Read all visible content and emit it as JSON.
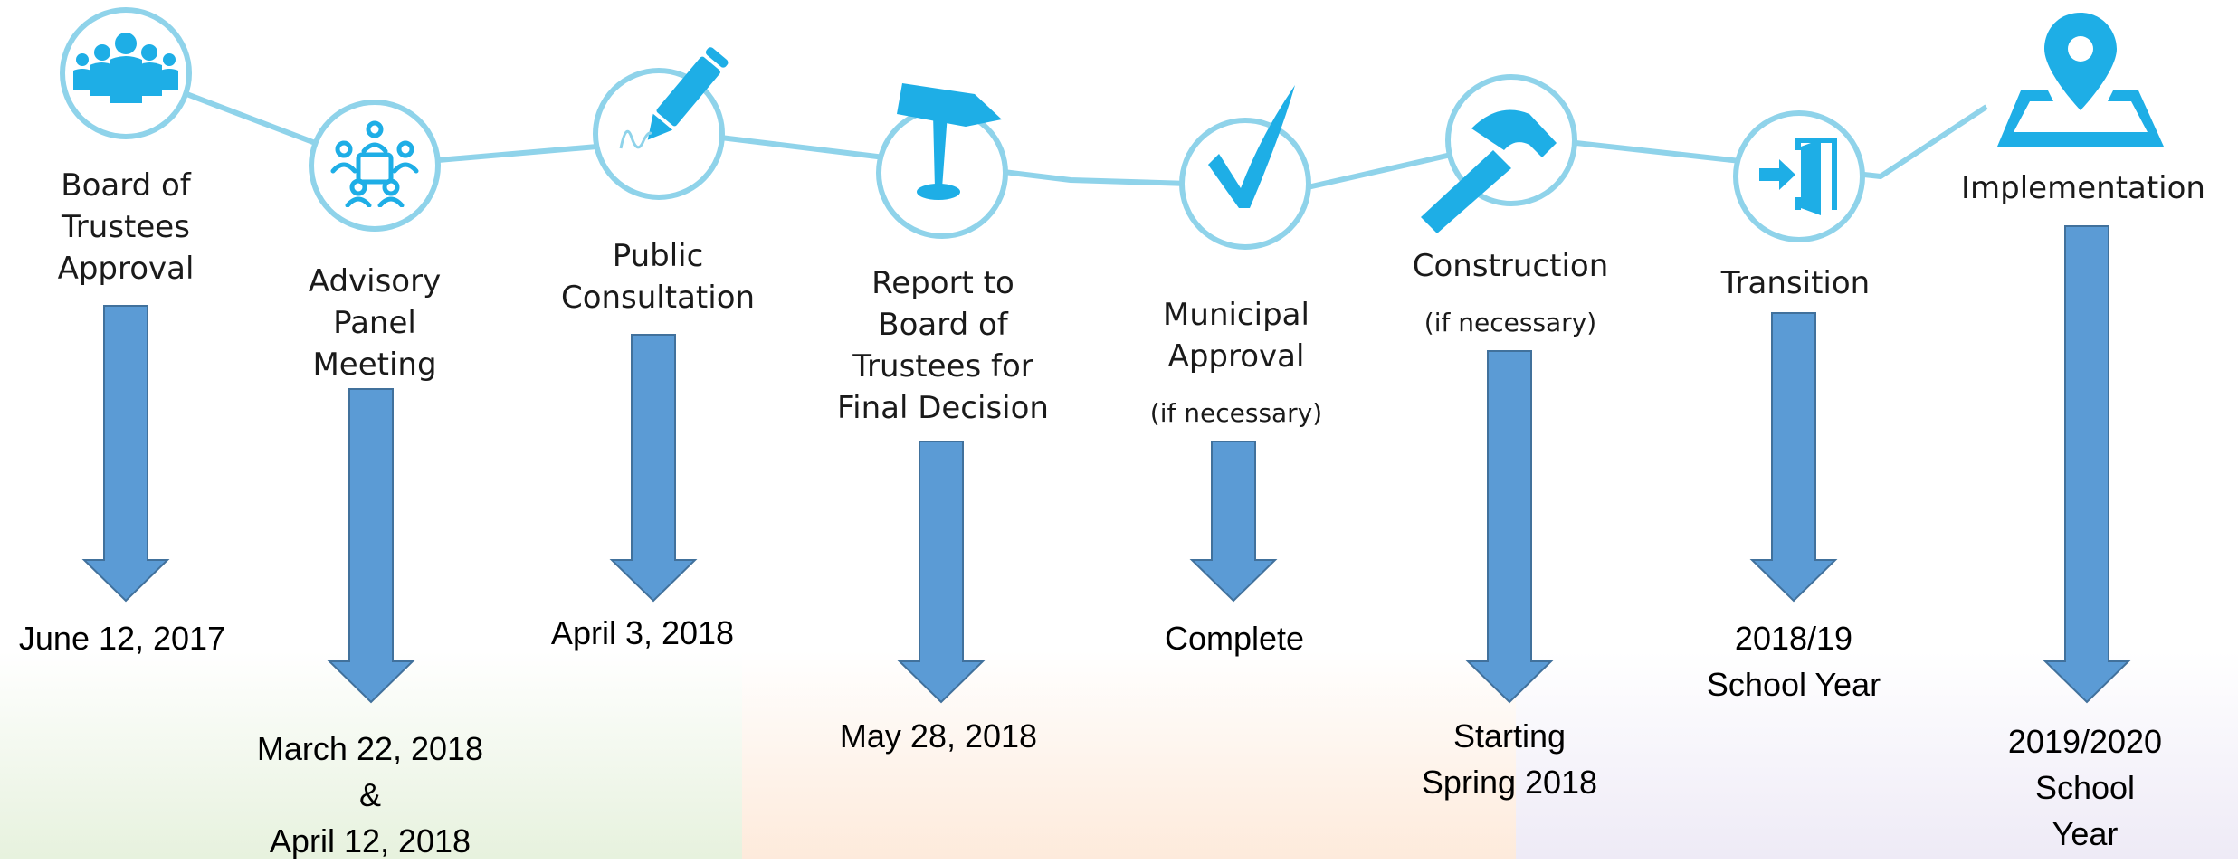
{
  "colors": {
    "connector": "#8fd3ea",
    "icon": "#1eaee6",
    "arrow": "#5b9bd5",
    "arrow_outline": "#41719c"
  },
  "stages": [
    {
      "title": "Board of\nTrustees\nApproval",
      "note": "",
      "date": "June 12, 2017",
      "icon": "people-group-icon"
    },
    {
      "title": "Advisory\nPanel\nMeeting",
      "note": "",
      "date": "March 22, 2018\n&\nApril 12, 2018",
      "icon": "meeting-table-icon"
    },
    {
      "title": "Public\nConsultation",
      "note": "",
      "date": "April 3, 2018",
      "icon": "pen-signature-icon"
    },
    {
      "title": "Report to\nBoard of\nTrustees for\nFinal Decision",
      "note": "",
      "date": "May 28, 2018",
      "icon": "signpost-icon"
    },
    {
      "title": "Municipal\nApproval",
      "note": "(if necessary)",
      "date": "Complete",
      "icon": "checkmark-icon"
    },
    {
      "title": "Construction",
      "note": "(if necessary)",
      "date": "Starting\nSpring 2018",
      "icon": "hammer-icon"
    },
    {
      "title": "Transition",
      "note": "",
      "date": "2018/19\nSchool Year",
      "icon": "door-enter-icon"
    },
    {
      "title": "Implementation",
      "note": "",
      "date": "2019/2020\nSchool Year",
      "icon": "map-pin-icon"
    }
  ]
}
